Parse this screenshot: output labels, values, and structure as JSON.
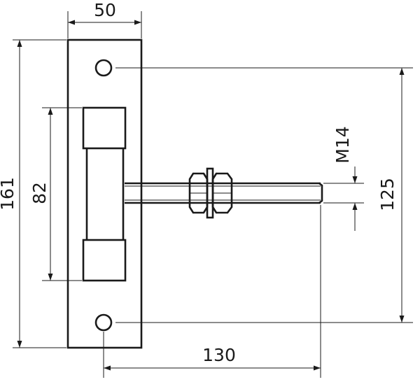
{
  "dimensions": {
    "plate_width": "50",
    "plate_height": "161",
    "clamp_height": "82",
    "thread": "M14",
    "hole_spacing": "125",
    "rod_length": "130"
  }
}
